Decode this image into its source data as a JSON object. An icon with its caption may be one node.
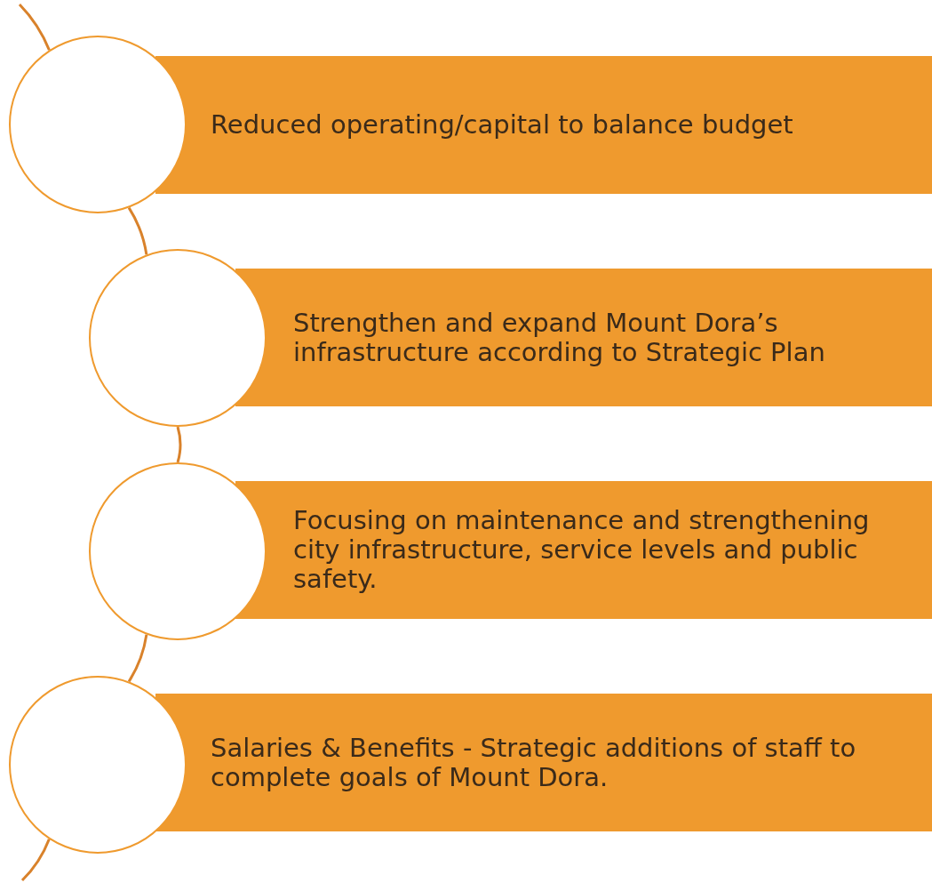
{
  "diagram": {
    "nodes": [
      {
        "text": [],
        "shape": "circle"
      },
      {
        "text": [
          "Reduced operating/capital to balance budget"
        ]
      },
      {
        "text": [],
        "shape": "circle"
      },
      {
        "text": [
          "Strengthen and expand Mount Dora’s infrastructure according to Strategic Plan"
        ]
      },
      {
        "text": [],
        "shape": "circle"
      },
      {
        "text": [
          "Focusing on maintenance and strengthening city infrastructure, service levels and public safety."
        ]
      },
      {
        "text": [],
        "shape": "circle"
      },
      {
        "text": [
          "Salaries & Benefits - Strategic additions of staff to complete goals of Mount Dora."
        ]
      }
    ],
    "edges": [
      {
        "from": null,
        "to": 0,
        "arrow": "none"
      },
      {
        "from": 0,
        "to": 2,
        "arrow": "none"
      },
      {
        "from": 2,
        "to": 4,
        "arrow": "none"
      },
      {
        "from": 4,
        "to": 6,
        "arrow": "none"
      },
      {
        "from": 6,
        "to": null,
        "arrow": "none"
      }
    ]
  }
}
